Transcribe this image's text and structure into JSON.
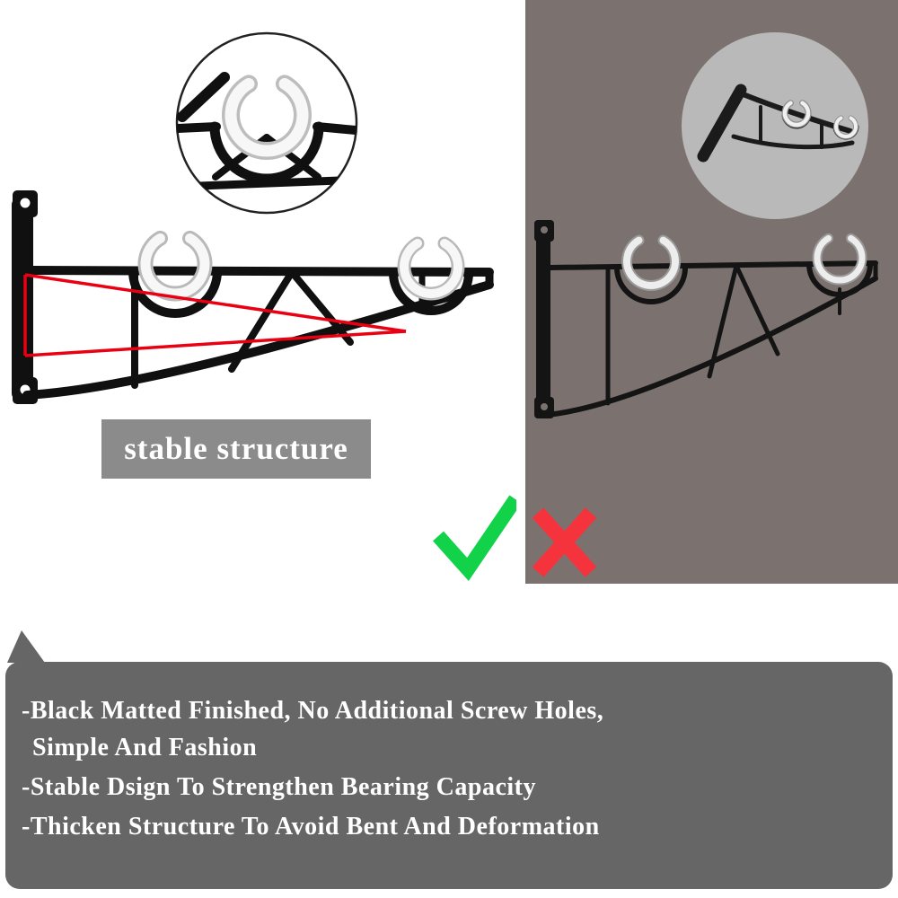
{
  "left_panel": {
    "label": "stable structure",
    "result": "check"
  },
  "right_panel": {
    "result": "cross"
  },
  "features": {
    "line1": "-Black Matted Finished, No Additional Screw Holes,",
    "line2": "Simple And Fashion",
    "line3": "-Stable Dsign To Strengthen Bearing Capacity",
    "line4": "-Thicken Structure To Avoid Bent And Deformation"
  },
  "icons": {
    "left_result": "check-icon",
    "right_result": "x-icon",
    "left_inset": "zoom-circle-detail",
    "right_inset": "zoom-circle-deformed"
  },
  "colors": {
    "check_green": "#12d24a",
    "cross_red": "#f5333c",
    "annotation_red": "#e90012",
    "right_panel_bg": "#7b7270",
    "inset_bg": "#b9b9b9",
    "footer_bg": "#666666",
    "label_bg": "#8b8b8b"
  }
}
